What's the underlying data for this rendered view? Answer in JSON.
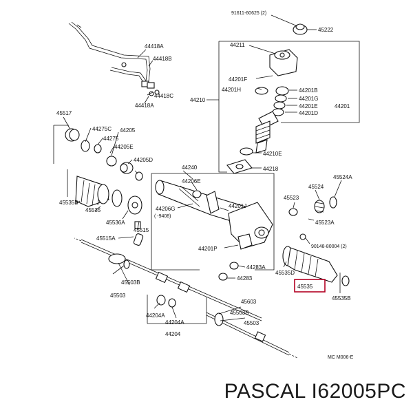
{
  "colors": {
    "line": "#111111",
    "highlight": "#b30022",
    "background": "#ffffff"
  },
  "diagram": {
    "labels": {
      "l90119": "91611-60625 (2)",
      "l45222": "45222",
      "l44211": "44211",
      "l44201f": "44201F",
      "l44201h": "44201H",
      "l44201b": "44201B",
      "l44201g": "44201G",
      "l44201e": "44201E",
      "l44201d": "44201D",
      "l44201": "44201",
      "l44210": "44210",
      "l44210e": "44210E",
      "l44218": "44218",
      "l44418a": "44418A",
      "l44418b": "44418B",
      "l44418c": "44418C",
      "l44418a2": "44418A",
      "l45517": "45517",
      "l44275c": "44275C",
      "l44205": "44205",
      "l44275": "44275",
      "l44205e": "44205E",
      "l44205d": "44205D",
      "l44240": "44240",
      "l44206e": "44206E",
      "l44206g": "44206G",
      "l9408": "( -9408)",
      "l44201j": "44201J",
      "l45523": "45523",
      "l45524": "45524",
      "l45524a": "45524A",
      "l45523a": "45523A",
      "l45535b_left": "45535B",
      "l45535_left": "45535",
      "l45536a": "45536A",
      "l45515": "45515",
      "l45515a": "45515A",
      "l44201p": "44201P",
      "l44283a": "44283A",
      "l44283": "44283",
      "l90148": "90148-80004 (2)",
      "l45535d": "45535D",
      "l45535_boxed": "45535",
      "l45535b_right": "45535B",
      "l45503b": "45503B",
      "l45503": "45503",
      "l44204a": "44204A",
      "l44204a2": "44204A",
      "l44204": "44204",
      "l45603": "45603",
      "l45503b2": "45503B",
      "l45503_lower": "45503",
      "footer_code": "MC M006-E"
    }
  },
  "brand": {
    "text": "PASCAL I62005PC"
  }
}
